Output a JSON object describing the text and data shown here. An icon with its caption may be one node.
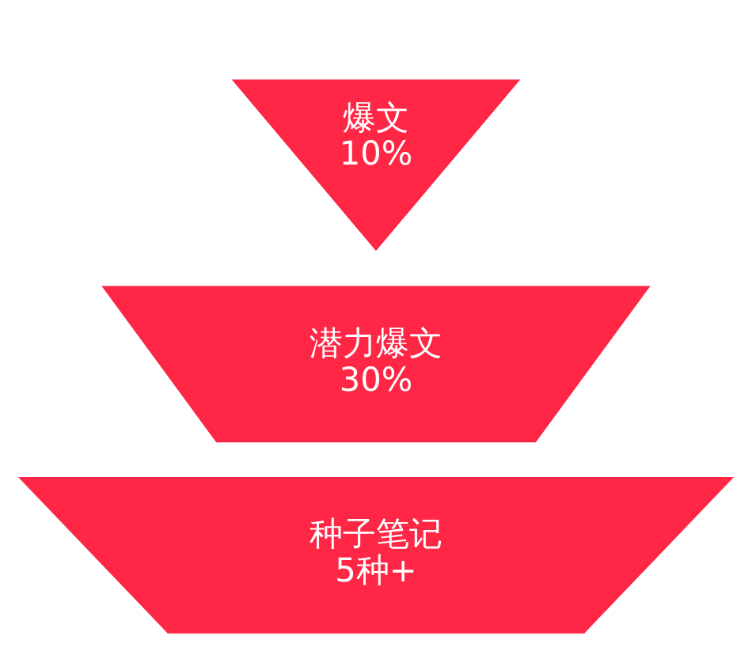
{
  "diagram": {
    "nodes": [
      {
        "text": [
          "种子笔记",
          "5种+"
        ]
      },
      {
        "text": [
          "潜力爆文",
          "30%"
        ]
      },
      {
        "text": [
          "爆文",
          "10%"
        ]
      }
    ]
  }
}
